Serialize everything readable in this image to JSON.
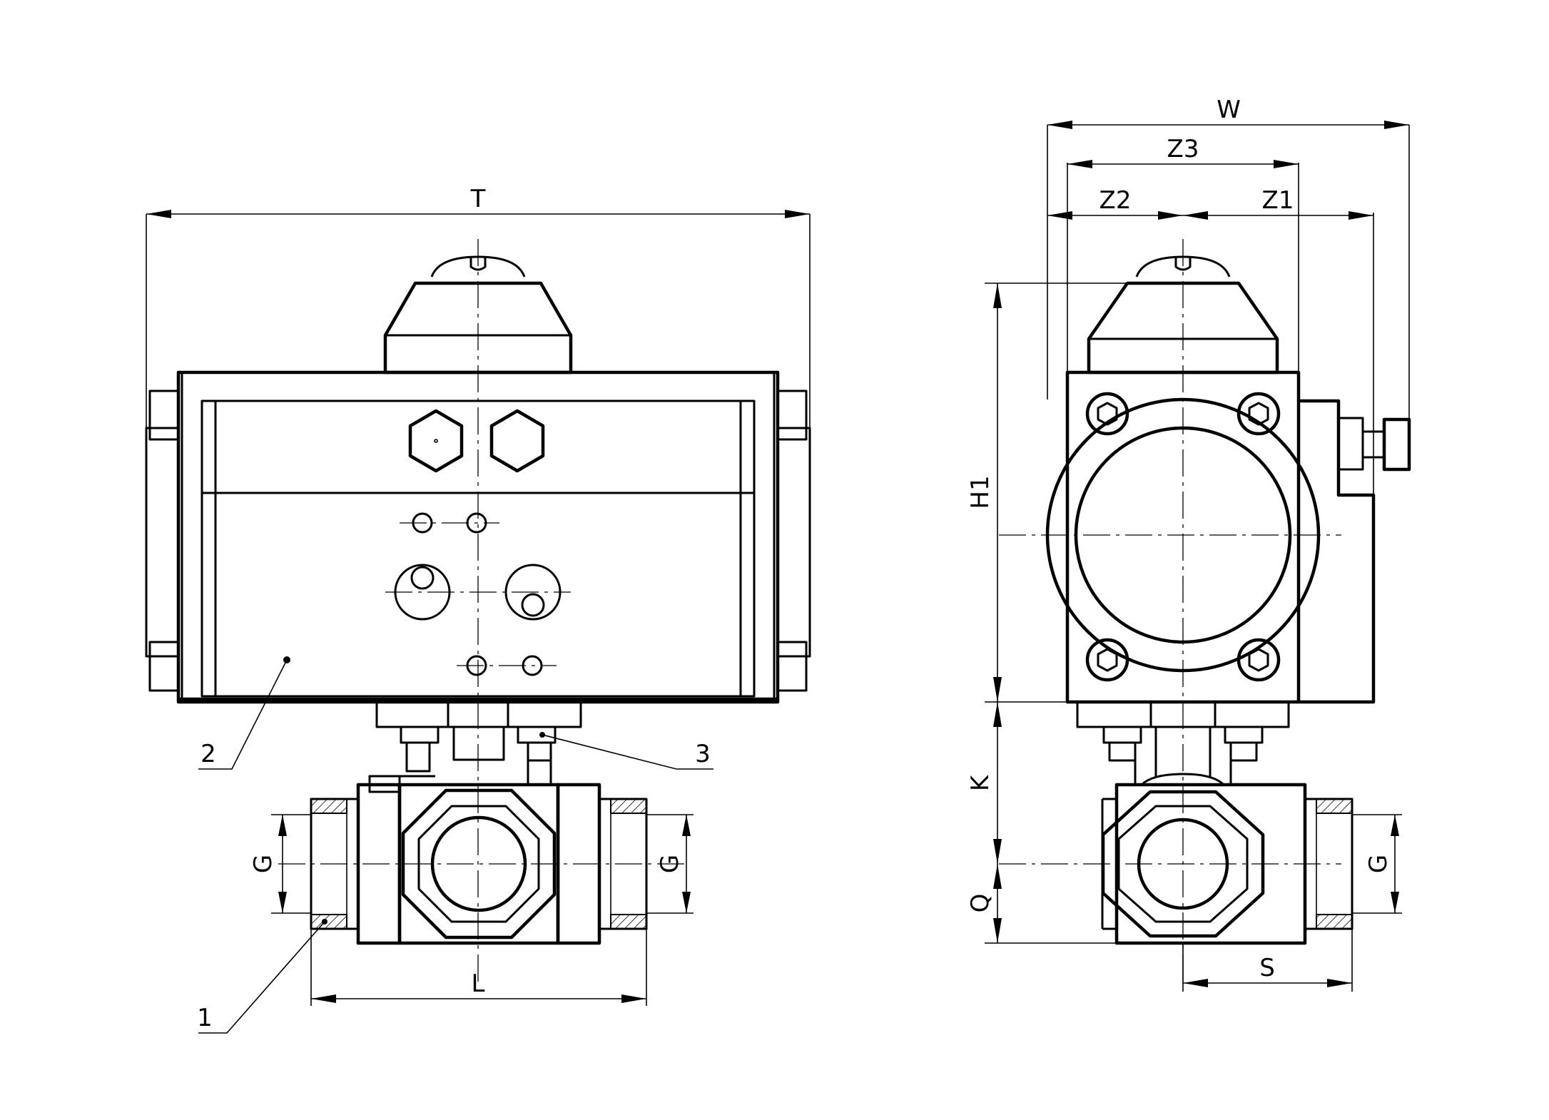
{
  "drawing": {
    "dimensions": {
      "T": "T",
      "W": "W",
      "Z3": "Z3",
      "Z2": "Z2",
      "Z1": "Z1",
      "H1": "H1",
      "K": "K",
      "Q": "Q",
      "G": "G",
      "L": "L",
      "S": "S"
    },
    "callouts": {
      "c1": "1",
      "c2": "2",
      "c3": "3"
    }
  }
}
